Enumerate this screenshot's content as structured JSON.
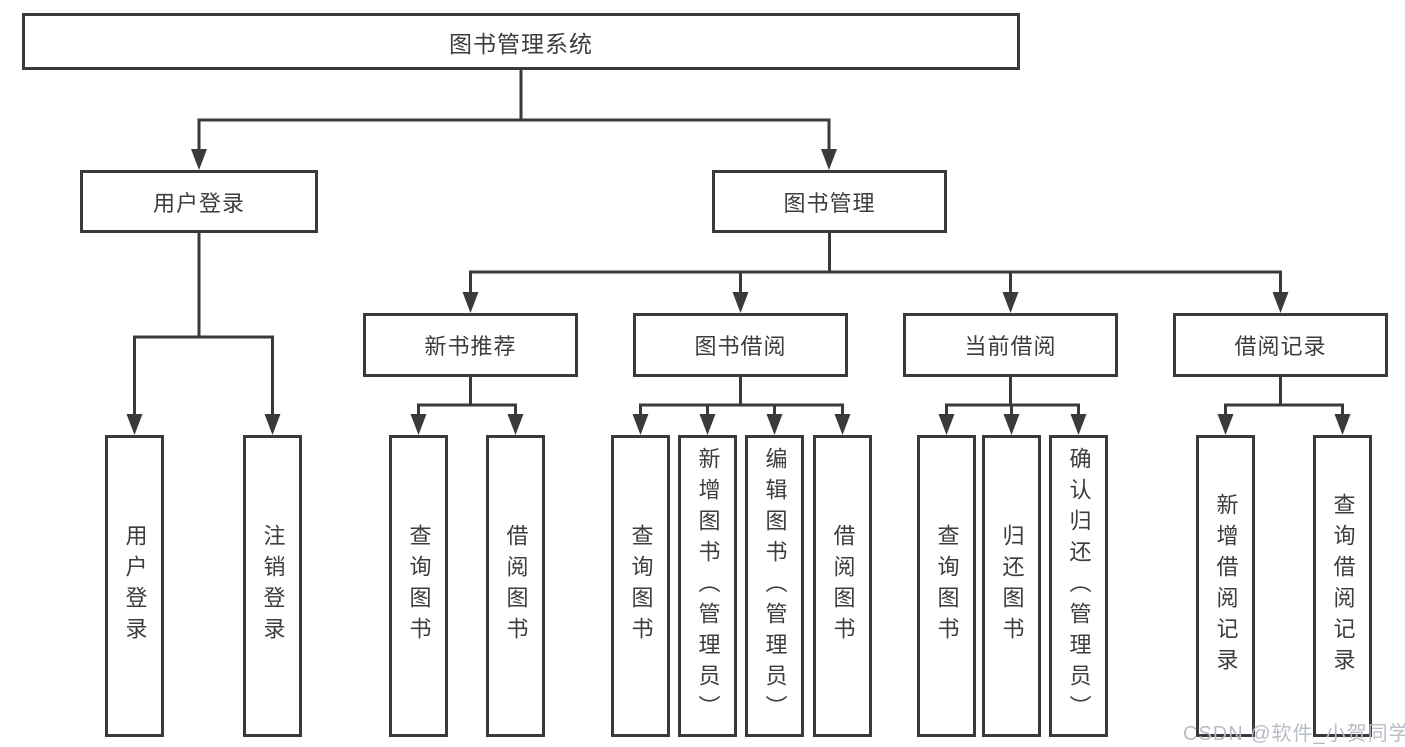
{
  "colors": {
    "line": "#3a3a3a",
    "text": "#3d3d3d",
    "box_fill": "#ffffff",
    "watermark_text": "#b7bcc6"
  },
  "watermark": "CSDN @软件_小贺同学",
  "tree": {
    "root": "图书管理系统",
    "branches": [
      {
        "label": "用户登录",
        "leaves": [
          "用户登录",
          "注销登录"
        ]
      },
      {
        "label": "图书管理",
        "sections": [
          {
            "label": "新书推荐",
            "leaves": [
              "查询图书",
              "借阅图书"
            ]
          },
          {
            "label": "图书借阅",
            "leaves": [
              "查询图书",
              "新增图书（管理员）",
              "编辑图书（管理员）",
              "借阅图书"
            ]
          },
          {
            "label": "当前借阅",
            "leaves": [
              "查询图书",
              "归还图书",
              "确认归还（管理员）"
            ]
          },
          {
            "label": "借阅记录",
            "leaves": [
              "新增借阅记录",
              "查询借阅记录"
            ]
          }
        ]
      }
    ]
  }
}
